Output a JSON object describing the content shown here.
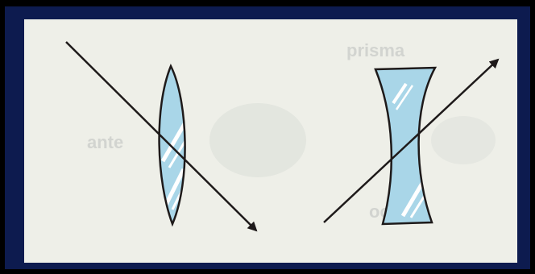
{
  "figure": {
    "frame_color": "#0d1b4f",
    "paper_color": "#eeefe8",
    "lens_fill": "#a9d6e8",
    "lens_highlight": "#ffffff",
    "stroke_color": "#1e1a1a",
    "lenses": [
      {
        "name": "convex-lens",
        "kind": "converging"
      },
      {
        "name": "concave-lens",
        "kind": "diverging"
      }
    ],
    "rays": [
      {
        "name": "ray-through-convex-lens"
      },
      {
        "name": "ray-through-concave-lens"
      }
    ]
  }
}
